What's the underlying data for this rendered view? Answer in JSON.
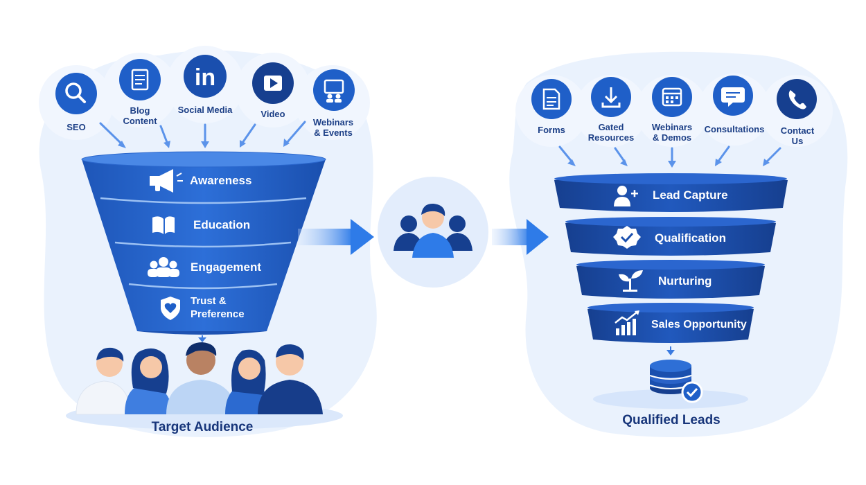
{
  "left_funnel": {
    "channels": [
      {
        "label": "SEO",
        "icon": "search-icon"
      },
      {
        "label": "Blog\nContent",
        "icon": "document-icon"
      },
      {
        "label": "Social Media",
        "icon": "linkedin-icon"
      },
      {
        "label": "Video",
        "icon": "play-icon"
      },
      {
        "label": "Webinars\n& Events",
        "icon": "presentation-icon"
      }
    ],
    "stages": [
      {
        "label": "Awareness",
        "icon": "megaphone-icon"
      },
      {
        "label": "Education",
        "icon": "book-icon"
      },
      {
        "label": "Engagement",
        "icon": "people-icon"
      },
      {
        "label": "Trust &\nPreference",
        "icon": "shield-heart-icon"
      }
    ],
    "caption": "Target Audience"
  },
  "center": {
    "icon": "audience-group-icon"
  },
  "right_funnel": {
    "channels": [
      {
        "label": "Forms",
        "icon": "form-icon"
      },
      {
        "label": "Gated\nResources",
        "icon": "download-icon"
      },
      {
        "label": "Webinars\n& Demos",
        "icon": "calendar-icon"
      },
      {
        "label": "Consultations",
        "icon": "chat-icon"
      },
      {
        "label": "Contact\nUs",
        "icon": "phone-icon"
      }
    ],
    "stages": [
      {
        "label": "Lead Capture",
        "icon": "add-user-icon"
      },
      {
        "label": "Qualification",
        "icon": "badge-check-icon"
      },
      {
        "label": "Nurturing",
        "icon": "sprout-icon"
      },
      {
        "label": "Sales Opportunity",
        "icon": "growth-chart-icon"
      }
    ],
    "caption": "Qualified Leads"
  },
  "colors": {
    "primary": "#1f5fc8",
    "dark": "#163f8f",
    "background_blob": "#e9f1fd",
    "text": "#1c3f86"
  }
}
